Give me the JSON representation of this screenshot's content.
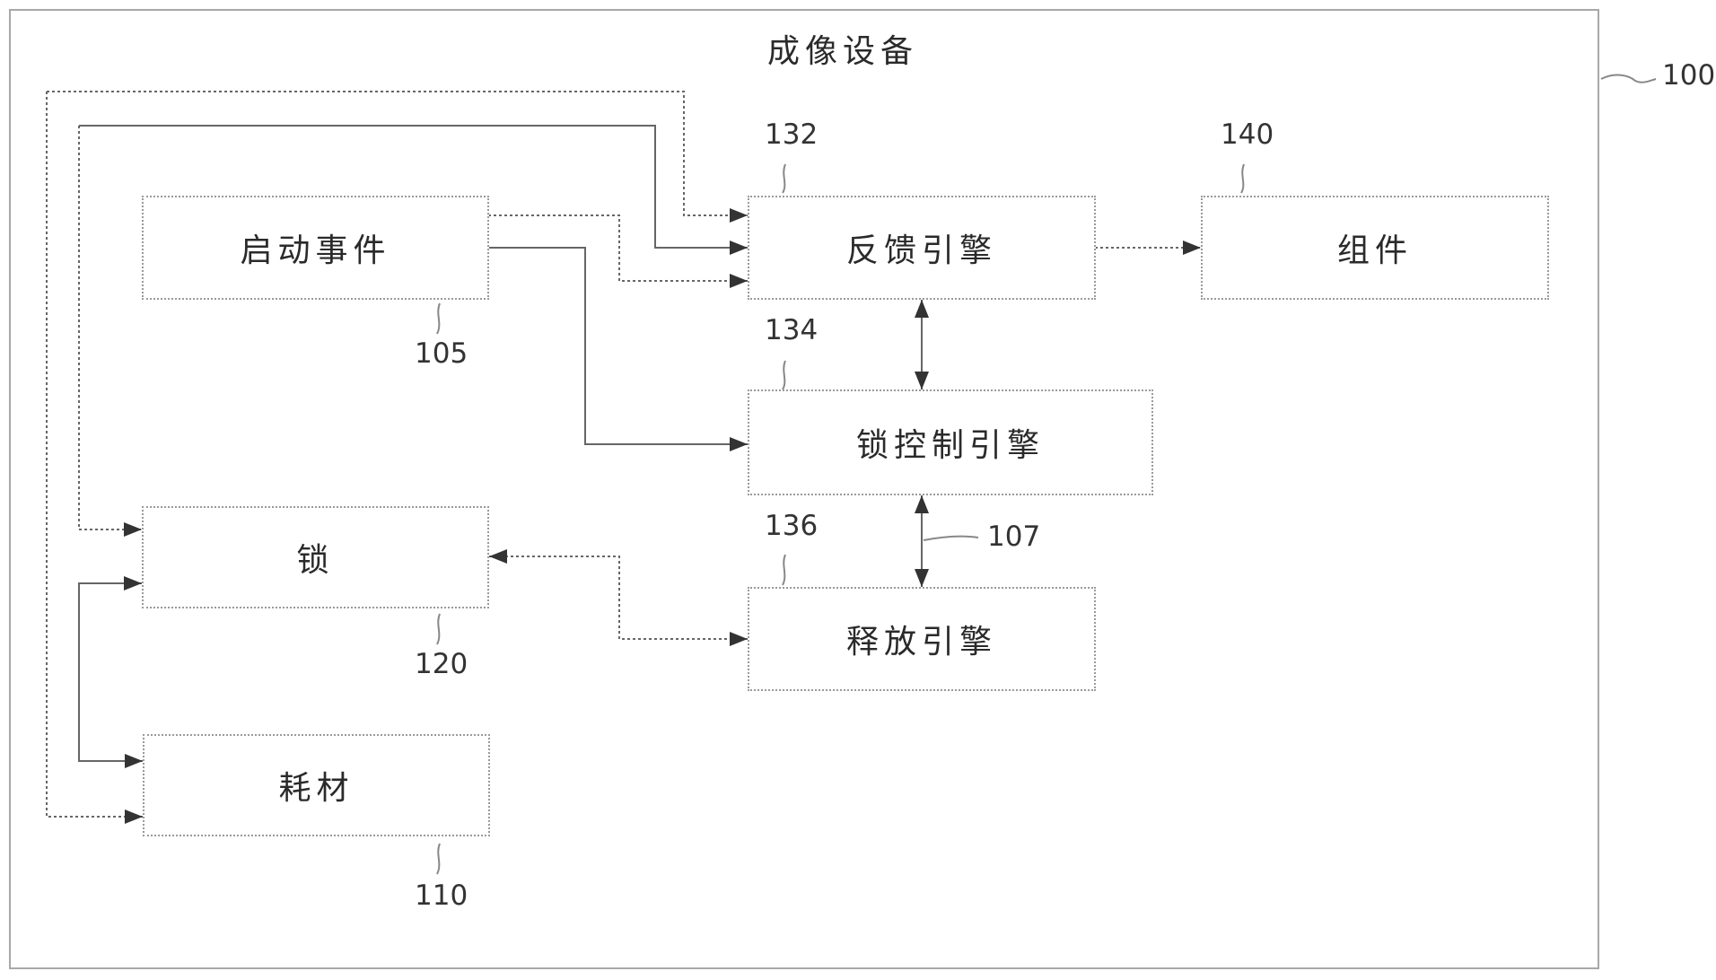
{
  "diagram": {
    "title": "成像设备",
    "device_ref": "100",
    "blocks": {
      "start_event": {
        "label": "启动事件",
        "ref": "105"
      },
      "lock": {
        "label": "锁",
        "ref": "120"
      },
      "consumable": {
        "label": "耗材",
        "ref": "110"
      },
      "feedback_engine": {
        "label": "反馈引擎",
        "ref": "132"
      },
      "lock_control_engine": {
        "label": "锁控制引擎",
        "ref": "134"
      },
      "release_engine": {
        "label": "释放引擎",
        "ref": "136"
      },
      "component": {
        "label": "组件",
        "ref": "140"
      }
    },
    "link_ref": "107"
  }
}
